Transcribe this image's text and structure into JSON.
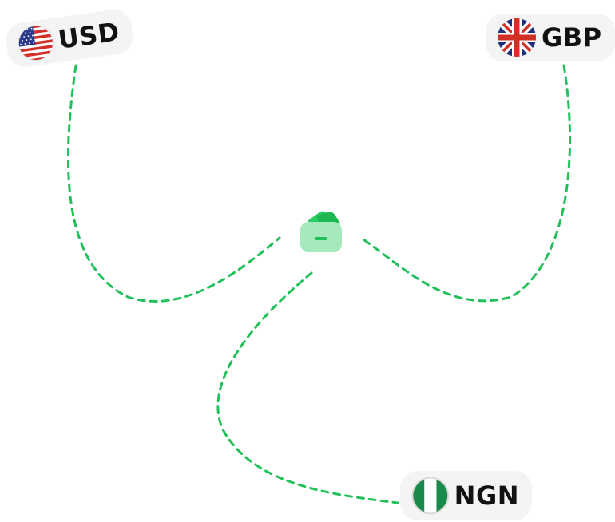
{
  "currencies": {
    "usd": {
      "code": "USD",
      "flag_icon": "us-flag-icon"
    },
    "gbp": {
      "code": "GBP",
      "flag_icon": "uk-flag-icon"
    },
    "ngn": {
      "code": "NGN",
      "flag_icon": "nigeria-flag-icon"
    }
  },
  "hub": {
    "icon": "wallet-icon"
  },
  "colors": {
    "connector": "#22c05a",
    "wallet_body": "#a6e9bc",
    "wallet_card": "#2bcc63",
    "pill_background": "#f4f4f5",
    "text": "#121212"
  }
}
